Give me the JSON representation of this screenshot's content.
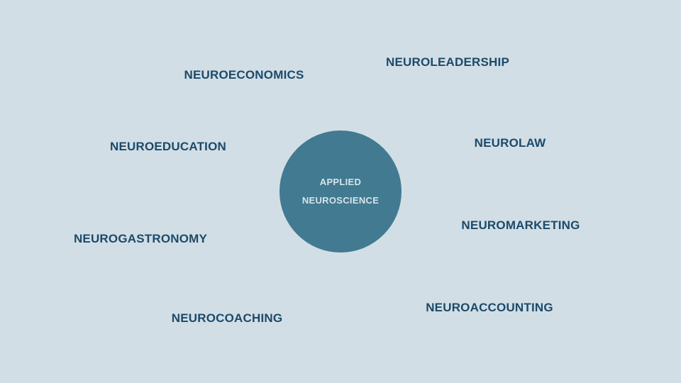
{
  "center": {
    "line1": "APPLIED",
    "line2": "NEUROSCIENCE"
  },
  "fields": [
    "NEUROECONOMICS",
    "NEUROLEADERSHIP",
    "NEUROEDUCATION",
    "NEUROLAW",
    "NEUROGASTRONOMY",
    "NEUROMARKETING",
    "NEUROCOACHING",
    "NEUROACCOUNTING"
  ],
  "colors": {
    "background": "#d2dee5",
    "circle": "#417a91",
    "label": "#1b4a6a"
  }
}
